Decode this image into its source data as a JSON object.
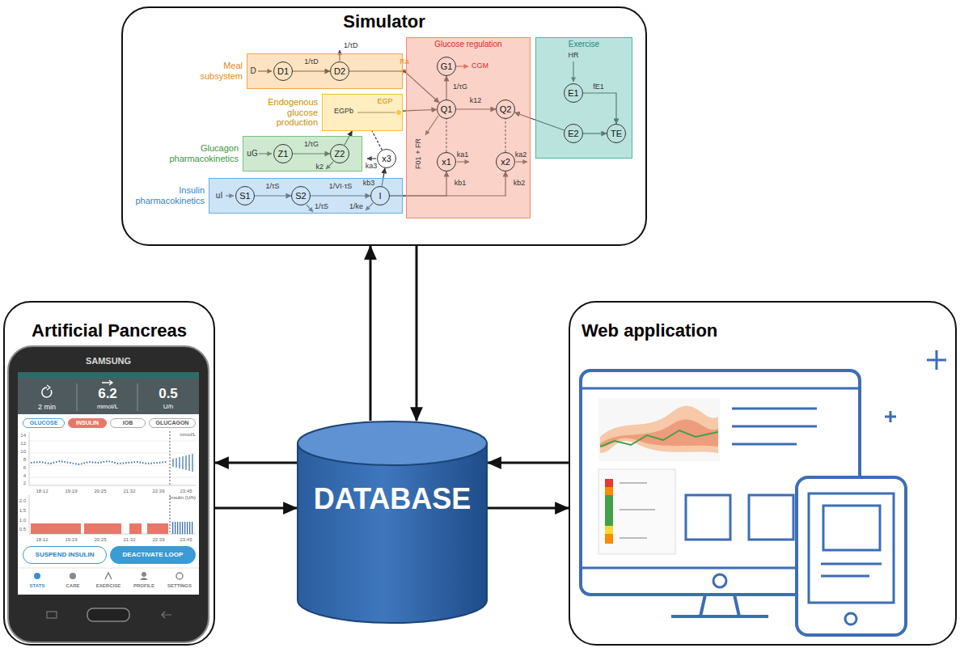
{
  "diagram": {
    "nodes": [
      {
        "text": [
          "Simulator"
        ]
      },
      {
        "text": [
          "Meal subsystem"
        ],
        "in": 0
      },
      {
        "text": [
          "D1"
        ],
        "in": 1
      },
      {
        "text": [
          "D2"
        ],
        "in": 1
      },
      {
        "text": [
          "Endogenous glucose production"
        ],
        "in": 0
      },
      {
        "text": [
          "Glucagon pharmacokinetics"
        ],
        "in": 0
      },
      {
        "text": [
          "Z1"
        ],
        "in": 5
      },
      {
        "text": [
          "Z2"
        ],
        "in": 5
      },
      {
        "text": [
          "Insulin pharmacokinetics"
        ],
        "in": 0
      },
      {
        "text": [
          "S1"
        ],
        "in": 8
      },
      {
        "text": [
          "S2"
        ],
        "in": 8
      },
      {
        "text": [
          "I"
        ],
        "in": 8
      },
      {
        "text": [
          "Glucose regulation"
        ],
        "in": 0
      },
      {
        "text": [
          "G1"
        ],
        "in": 12
      },
      {
        "text": [
          "Q1"
        ],
        "in": 12
      },
      {
        "text": [
          "Q2"
        ],
        "in": 12
      },
      {
        "text": [
          "x3"
        ],
        "in": 0
      },
      {
        "text": [
          "x1"
        ],
        "in": 12
      },
      {
        "text": [
          "x2"
        ],
        "in": 12
      },
      {
        "text": [
          "Exercise"
        ],
        "in": 0
      },
      {
        "text": [
          "E1"
        ],
        "in": 19
      },
      {
        "text": [
          "E2"
        ],
        "in": 19
      },
      {
        "text": [
          "TE"
        ],
        "in": 19
      },
      {
        "text": [
          "Artificial Pancreas"
        ]
      },
      {
        "text": [
          "GLUCOSE"
        ],
        "in": 23
      },
      {
        "text": [
          "INSULIN"
        ],
        "in": 23
      },
      {
        "text": [
          "IOB"
        ],
        "in": 23
      },
      {
        "text": [
          "GLUCAGON"
        ],
        "in": 23
      },
      {
        "text": [
          "SUSPEND INSULIN"
        ],
        "in": 23
      },
      {
        "text": [
          "DEACTIVATE LOOP"
        ],
        "in": 23
      },
      {
        "text": [
          "DATABASE"
        ]
      },
      {
        "text": [
          "Web application"
        ]
      }
    ],
    "edges": [
      {
        "from": 2,
        "to": 3,
        "label": "1/τD",
        "arrow": "to"
      },
      {
        "from": 3,
        "to": 14,
        "arrow": "to"
      },
      {
        "from": 6,
        "to": 7,
        "label": "1/τG",
        "arrow": "to"
      },
      {
        "from": 7,
        "to": 4,
        "arrow": "to"
      },
      {
        "from": 4,
        "to": 14,
        "arrow": "to"
      },
      {
        "from": 9,
        "to": 10,
        "label": "1/τS",
        "arrow": "to"
      },
      {
        "from": 10,
        "to": 11,
        "label": "1/VI·τS",
        "arrow": "to"
      },
      {
        "from": 11,
        "to": 16,
        "label": "kb3",
        "arrow": "to"
      },
      {
        "from": 11,
        "to": 17,
        "label": "kb1",
        "arrow": "to"
      },
      {
        "from": 11,
        "to": 18,
        "label": "kb2",
        "arrow": "to"
      },
      {
        "from": 16,
        "to": 4,
        "arrow": "none"
      },
      {
        "from": 17,
        "to": 14,
        "arrow": "none"
      },
      {
        "from": 18,
        "to": 15,
        "arrow": "none"
      },
      {
        "from": 14,
        "to": 13,
        "label": "1/τG",
        "arrow": "to"
      },
      {
        "from": 14,
        "to": 15,
        "label": "k12",
        "arrow": "to"
      },
      {
        "from": 20,
        "to": 22,
        "label": "fE1",
        "arrow": "to"
      },
      {
        "from": 21,
        "to": 22,
        "arrow": "to"
      },
      {
        "from": 21,
        "to": 15,
        "arrow": "to"
      },
      {
        "from": 0,
        "to": 30,
        "arrow": "to"
      },
      {
        "from": 30,
        "to": 0,
        "arrow": "to"
      },
      {
        "from": 30,
        "to": 23,
        "arrow": "to"
      },
      {
        "from": 23,
        "to": 30,
        "arrow": "to"
      },
      {
        "from": 31,
        "to": 30,
        "arrow": "to"
      },
      {
        "from": 30,
        "to": 31,
        "arrow": "to"
      }
    ],
    "labels": [
      "D",
      "1/τD",
      "Ra",
      "EGPb",
      "EGP",
      "uG",
      "k2",
      "uI",
      "1/τS",
      "1/ke",
      "CGM",
      "F01 + FR",
      "ka3",
      "ka1",
      "ka2",
      "HR",
      "SAMSUNG",
      "2 min",
      "6.2",
      "mmol/L",
      "0.5",
      "U/h",
      "mmol/L",
      "14",
      "12",
      "10",
      "8",
      "6",
      "4",
      "2",
      "18:12",
      "19:19",
      "20:25",
      "21:32",
      "22:39",
      "23:45",
      "Insulin (U/h)",
      "2.0",
      "1.5",
      "1.0",
      "0.5",
      "18:12",
      "19:19",
      "20:25",
      "21:32",
      "22:39",
      "23:45",
      "STATS",
      "CARE",
      "EXERCISE",
      "PROFILE",
      "SETTINGS"
    ]
  }
}
